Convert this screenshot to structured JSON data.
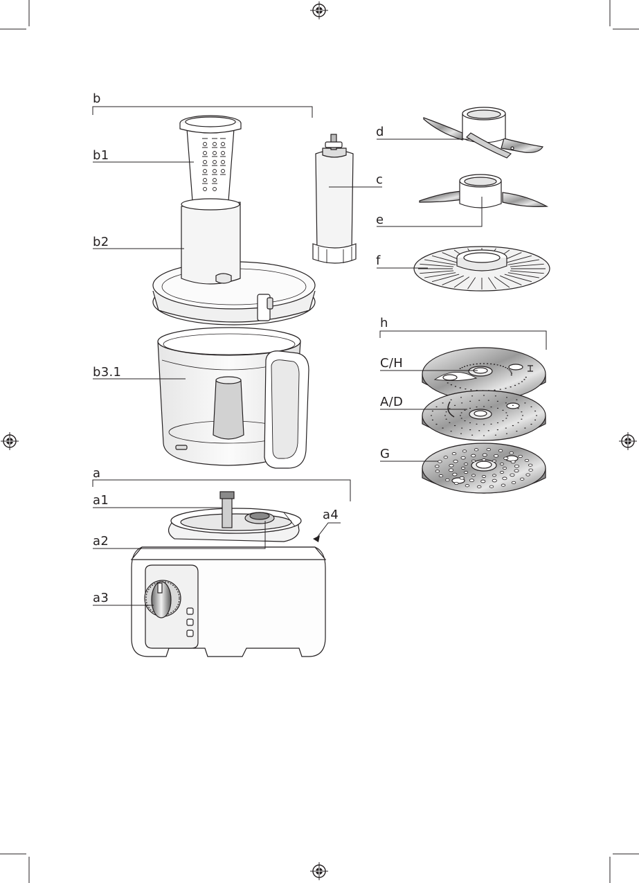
{
  "labels": {
    "b": "b",
    "b1": "b1",
    "b2": "b2",
    "b3_1": "b3.1",
    "c": "c",
    "d": "d",
    "e": "e",
    "f": "f",
    "h": "h",
    "ch": "C/H",
    "ad": "A/D",
    "g": "G",
    "a": "a",
    "a1": "a1",
    "a2": "a2",
    "a3": "a3",
    "a4": "a4"
  }
}
